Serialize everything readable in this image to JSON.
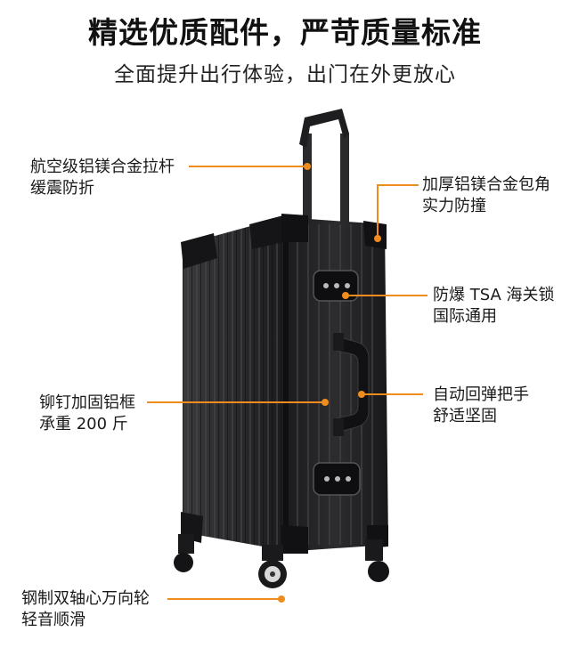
{
  "header": {
    "title": "精选优质配件，严苛质量标准",
    "subtitle": "全面提升出行体验，出门在外更放心"
  },
  "callouts": {
    "handle": {
      "line1": "航空级铝镁合金拉杆",
      "line2": "缓震防折"
    },
    "corner": {
      "line1": "加厚铝镁合金包角",
      "line2": "实力防撞"
    },
    "lock": {
      "line1": "防爆 TSA 海关锁",
      "line2": "国际通用"
    },
    "grip": {
      "line1": "自动回弹把手",
      "line2": "舒适坚固"
    },
    "frame": {
      "line1": "铆钉加固铝框",
      "line2": "承重 200 斤"
    },
    "wheel": {
      "line1": "钢制双轴心万向轮",
      "line2": "轻音顺滑"
    }
  },
  "colors": {
    "accent": "#f08c1e",
    "luggage": "#1e1e20"
  }
}
